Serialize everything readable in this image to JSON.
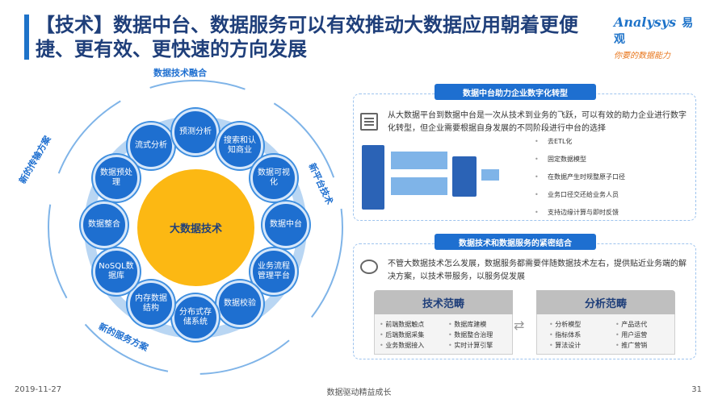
{
  "title": "【技术】数据中台、数据服务可以有效推动大数据应用朝着更便捷、更有效、更快速的方向发展",
  "logo": {
    "brand": "Analysys",
    "cn": "易观",
    "slogan": "你要的数据能力"
  },
  "diagram": {
    "center": "大数据技术",
    "arcs": {
      "top": "数据技术融合",
      "left": "新的传输方案",
      "right": "新平台技术",
      "bottom": "新的服务方案"
    },
    "nodes": [
      "流式分析",
      "预测分析",
      "搜索和认知商业",
      "数据可视化",
      "数据中台",
      "业务流程管理平台",
      "数据校验",
      "分布式存储系统",
      "内存数据结构",
      "NoSQL数据库",
      "数据整合",
      "数据预处理"
    ]
  },
  "panel_top": {
    "header": "数据中台助力企业数字化转型",
    "paragraph": "从大数据平台到数据中台是一次从技术到业务的飞跃，可以有效的助力企业进行数字化转型，但企业需要根据自身发展的不同阶段进行中台的选择",
    "bullets": [
      "去ETL化",
      "固定数据模型",
      "在数据产生时规整原子口径",
      "业务口径交还给业务人员",
      "支持边缘计算与即时反馈"
    ]
  },
  "panel_bottom": {
    "header": "数据技术和数据服务的紧密结合",
    "paragraph": "不管大数据技术怎么发展，数据服务都需要伴随数据技术左右，提供贴近业务端的解决方案，以技术带服务，以服务促发展",
    "left_box": {
      "title": "技术范畴",
      "col1": [
        "前端数据触点",
        "后端数据采集",
        "业务数据接入"
      ],
      "col2": [
        "数据库建模",
        "数据整合治理",
        "实时计算引擎"
      ]
    },
    "right_box": {
      "title": "分析范畴",
      "col1": [
        "分析模型",
        "指标体系",
        "算法设计"
      ],
      "col2": [
        "产品迭代",
        "用户运营",
        "推广营销"
      ]
    }
  },
  "footer": {
    "date": "2019-11-27",
    "center": "数据驱动精益成长",
    "page": "31"
  },
  "colors": {
    "accent": "#1e6fd0",
    "center": "#fcb813",
    "title": "#1f3f7a"
  }
}
